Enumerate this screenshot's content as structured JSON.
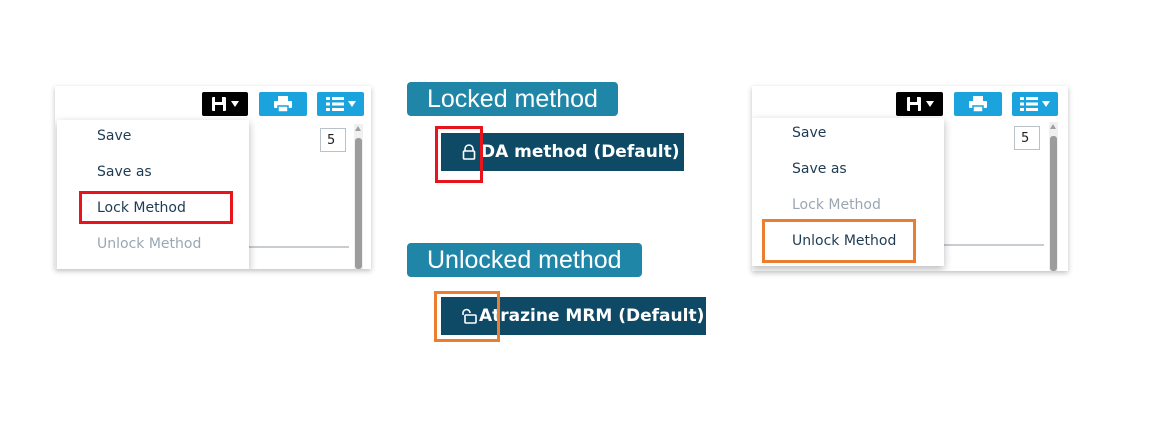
{
  "left_panel": {
    "menu": {
      "items": [
        {
          "label": "Save",
          "enabled": true
        },
        {
          "label": "Save as",
          "enabled": true
        },
        {
          "label": "Lock Method",
          "enabled": true,
          "highlighted": true
        },
        {
          "label": "Unlock Method",
          "enabled": false
        }
      ]
    },
    "number_value": "5",
    "highlight_color": "#e8141c"
  },
  "right_panel": {
    "menu": {
      "items": [
        {
          "label": "Save",
          "enabled": true
        },
        {
          "label": "Save as",
          "enabled": true
        },
        {
          "label": "Lock Method",
          "enabled": false
        },
        {
          "label": "Unlock Method",
          "enabled": true,
          "highlighted": true
        }
      ]
    },
    "number_value": "5",
    "highlight_color": "#ea7d2f"
  },
  "locked": {
    "caption": "Locked method",
    "method_name": "DA method (Default)",
    "icon": "lock-icon"
  },
  "unlocked": {
    "caption": "Unlocked method",
    "method_name": "Atrazine MRM (Default)",
    "icon": "unlock-icon"
  },
  "colors": {
    "caption_bg": "#1f86a8",
    "method_bar_bg": "#0e4a66",
    "toolbar_blue": "#1aa3dc"
  }
}
